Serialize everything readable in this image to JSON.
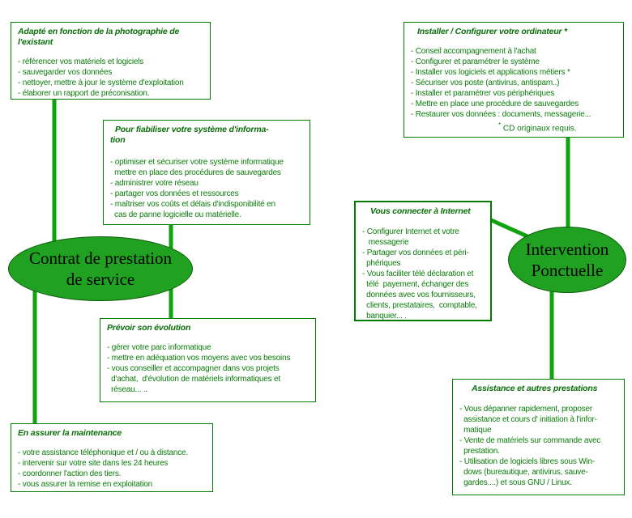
{
  "colors": {
    "line-green": "#0FA30F",
    "border-green": "#007D00",
    "text-green": "#0B7C0B",
    "title-green": "#0A6E0A",
    "ellipse-fill": "#21A121",
    "ellipse-border": "#0A5C0A",
    "ellipse-text": "#000000",
    "background": "#FFFFFF"
  },
  "ellipses": {
    "contrat": {
      "lines": [
        "Contrat de prestation",
        "de service"
      ]
    },
    "intervention": {
      "lines": [
        "Intervention",
        "Ponctuelle"
      ]
    }
  },
  "boxes": {
    "adapte": {
      "title": [
        "Adapté en fonction de la photographie de",
        "l'existant"
      ],
      "lines": [
        "- référencer vos matériels et logiciels",
        "- sauvegarder vos données",
        "- nettoyer, mettre à jour le système d'exploitation",
        "- élaborer un rapport de préconisation."
      ]
    },
    "fiabiliser": {
      "title": [
        "Pour fiabiliser votre système d'informa-",
        "tion"
      ],
      "lines": [
        "- optimiser et sécuriser votre système informatique",
        "  mettre en place des procédures de sauvegardes",
        "- administrer votre réseau",
        "- partager vos données et ressources",
        "- maîtriser vos coûts et délais d'indisponibilité en",
        "  cas de panne logicielle ou matérielle."
      ]
    },
    "prevoir": {
      "title": [
        "Prévoir son évolution"
      ],
      "lines": [
        "- gérer votre parc informatique",
        "- mettre en adéquation vos moyens avec vos besoins",
        "- vous conseiller et accompagner dans vos projets",
        "  d'achat,  d'évolution de matériels informatiques et",
        "  réseau... .."
      ]
    },
    "maintenance": {
      "title": [
        "En assurer la maintenance"
      ],
      "lines": [
        "- votre assistance téléphonique et / ou à distance.",
        "- intervenir sur votre site dans les 24 heures",
        "- coordonner l'action des tiers.",
        "- vous assurer la remise en exploitation"
      ]
    },
    "installer": {
      "title": [
        "Installer / Configurer votre ordinateur *"
      ],
      "lines": [
        "- Conseil accompagnement à l'achat",
        "- Configurer et paramétrer le système",
        "- Installer vos logiciels et applications métiers *",
        "- Sécuriser vos poste (antivirus, antispam..)",
        "- Installer et paramétrer vos périphériques",
        "- Mettre en place une procédure de sauvegardes",
        "- Restaurer vos données : documents, messagerie..."
      ],
      "footnote_star": "*",
      "footnote_text": " CD originaux requis."
    },
    "internet": {
      "title": [
        "Vous connecter à Internet"
      ],
      "lines": [
        "- Configurer Internet et votre",
        "   messagerie",
        "- Partager vos données et péri-",
        "  phériques",
        "- Vous faciliter télé déclaration et",
        "  télé  payement, échanger des",
        "  données avec vos fournisseurs,",
        "  clients, prestataires,  comptable,",
        "  banquier... ."
      ]
    },
    "assistance": {
      "title": [
        "Assistance et autres prestations"
      ],
      "lines": [
        "- Vous dépanner rapidement, proposer",
        "  assistance et cours d' initiation à l'infor-",
        "  matique",
        "- Vente de matériels sur commande avec",
        "  prestation.",
        "- Utilisation de logiciels libres sous Win-",
        "  dows (bureautique, antivirus, sauve-",
        "  gardes....) et sous GNU / Linux."
      ]
    }
  }
}
